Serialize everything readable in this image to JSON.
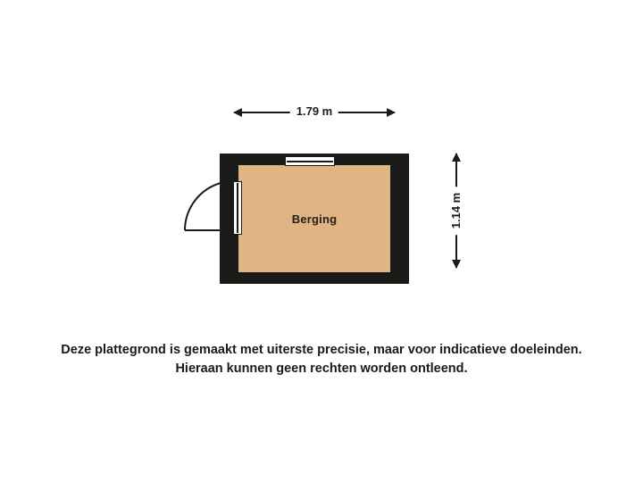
{
  "plan": {
    "room_label": "Berging",
    "room_fill_color": "#e0b483",
    "wall_color": "#1a1a18",
    "window_name": "window",
    "door_name": "door"
  },
  "dimensions": {
    "width_label": "1.79 m",
    "height_label": "1.14 m"
  },
  "disclaimer": {
    "line1": "Deze plattegrond is gemaakt met uiterste precisie, maar voor indicatieve doeleinden.",
    "line2": "Hieraan kunnen geen rechten worden ontleend."
  }
}
